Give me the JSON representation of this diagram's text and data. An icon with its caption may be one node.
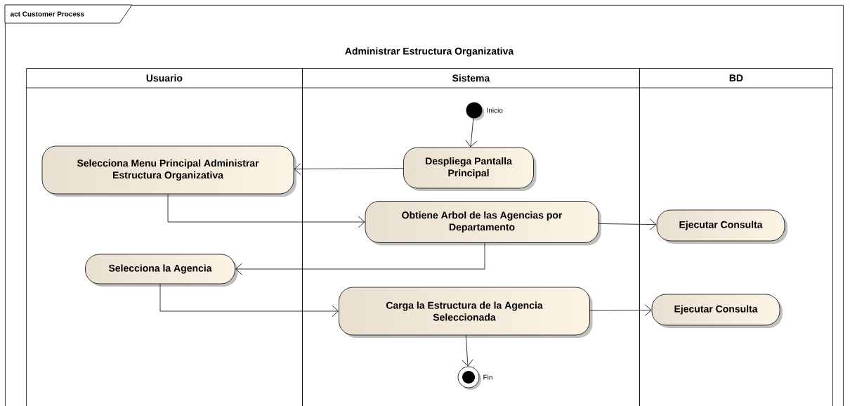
{
  "diagram": {
    "title": "Administrar Estructura Organizativa",
    "nodes": [
      {
        "text": [
          "act Customer Process"
        ]
      },
      {
        "text": [
          "Usuario"
        ],
        "in": 0
      },
      {
        "text": [
          "Sistema"
        ],
        "in": 0
      },
      {
        "text": [
          "BD"
        ],
        "in": 0
      },
      {
        "text": [],
        "shape": "circle",
        "beside": [
          "Inicio"
        ],
        "in": 2
      },
      {
        "text": [
          "Despliega Pantalla Principal"
        ],
        "in": 2
      },
      {
        "text": [
          "Selecciona Menu Principal Administrar Estructura Organizativa"
        ],
        "in": 1
      },
      {
        "text": [
          "Obtiene Arbol de las Agencias por Departamento"
        ],
        "in": 2
      },
      {
        "text": [
          "Ejecutar Consulta"
        ],
        "in": 3
      },
      {
        "text": [
          "Selecciona la Agencia"
        ],
        "in": 1
      },
      {
        "text": [
          "Carga la Estructura de la Agencia Seleccionada"
        ],
        "in": 2
      },
      {
        "text": [
          "Ejecutar Consulta"
        ],
        "in": 3
      },
      {
        "text": [],
        "shape": "circle",
        "beside": [
          "Fin"
        ],
        "in": 2
      }
    ],
    "edges": [
      {
        "from": 4,
        "to": 5,
        "arrow": "to"
      },
      {
        "from": 5,
        "to": 6,
        "arrow": "to"
      },
      {
        "from": 6,
        "to": 7,
        "arrow": "to"
      },
      {
        "from": 7,
        "to": 8,
        "arrow": "to"
      },
      {
        "from": 7,
        "to": 9,
        "arrow": "to"
      },
      {
        "from": 9,
        "to": 10,
        "arrow": "to"
      },
      {
        "from": 10,
        "to": 11,
        "arrow": "to"
      },
      {
        "from": 10,
        "to": 12,
        "arrow": "to"
      }
    ]
  }
}
